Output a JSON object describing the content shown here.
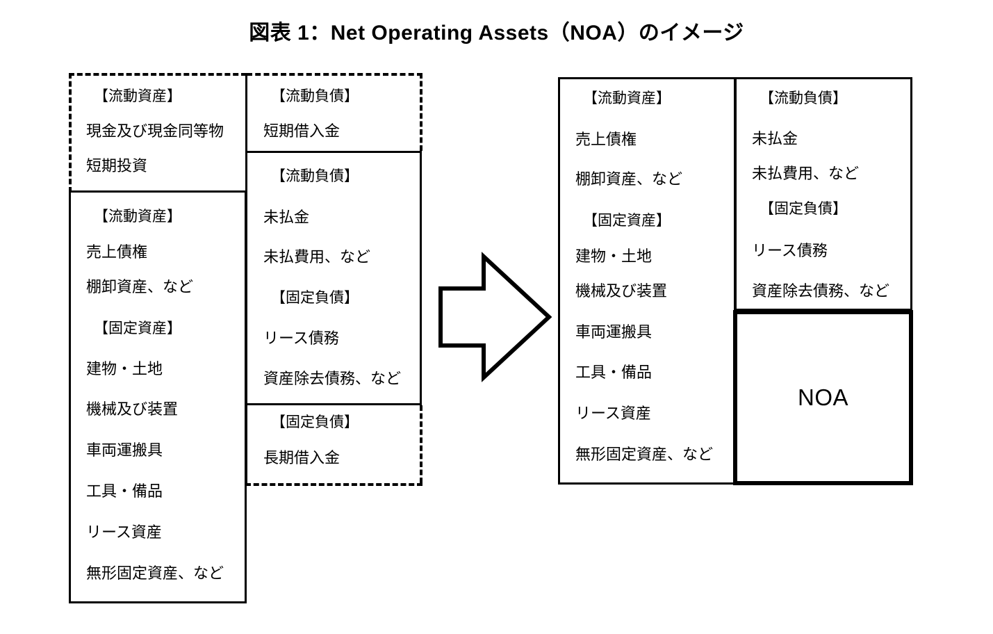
{
  "title": "図表 1：Net Operating Assets（NOA）のイメージ",
  "before": {
    "assets_column": {
      "financial_box": {
        "border_style": "dashed",
        "lines": [
          {
            "text": "【流動資産】",
            "type": "heading"
          },
          {
            "text": "現金及び現金同等物",
            "type": "item"
          },
          {
            "text": "短期投資",
            "type": "item"
          }
        ]
      },
      "operating_box": {
        "border_style": "solid",
        "lines": [
          {
            "text": "【流動資産】",
            "type": "heading"
          },
          {
            "text": "売上債権",
            "type": "item"
          },
          {
            "text": "棚卸資産、など",
            "type": "item"
          },
          {
            "text": "【固定資産】",
            "type": "heading"
          },
          {
            "text": "建物・土地",
            "type": "item"
          },
          {
            "text": "機械及び装置",
            "type": "item"
          },
          {
            "text": "車両運搬具",
            "type": "item"
          },
          {
            "text": "工具・備品",
            "type": "item"
          },
          {
            "text": "リース資産",
            "type": "item"
          },
          {
            "text": "無形固定資産、など",
            "type": "item"
          }
        ]
      }
    },
    "liabilities_column": {
      "financial_top_box": {
        "border_style": "dashed",
        "lines": [
          {
            "text": "【流動負債】",
            "type": "heading"
          },
          {
            "text": "短期借入金",
            "type": "item"
          }
        ]
      },
      "operating_box": {
        "border_style": "solid",
        "lines": [
          {
            "text": "【流動負債】",
            "type": "heading"
          },
          {
            "text": "未払金",
            "type": "item"
          },
          {
            "text": "未払費用、など",
            "type": "item"
          },
          {
            "text": "【固定負債】",
            "type": "heading"
          },
          {
            "text": "リース債務",
            "type": "item"
          },
          {
            "text": "資産除去債務、など",
            "type": "item"
          }
        ]
      },
      "financial_bottom_box": {
        "border_style": "dashed",
        "lines": [
          {
            "text": "【固定負債】",
            "type": "heading"
          },
          {
            "text": "長期借入金",
            "type": "item"
          }
        ]
      }
    }
  },
  "arrow": {
    "direction": "right",
    "style": "hollow-block-arrow",
    "color": "#000000"
  },
  "after": {
    "assets_column": {
      "border_style": "solid",
      "lines": [
        {
          "text": "【流動資産】",
          "type": "heading"
        },
        {
          "text": "売上債権",
          "type": "item"
        },
        {
          "text": "棚卸資産、など",
          "type": "item"
        },
        {
          "text": "【固定資産】",
          "type": "heading"
        },
        {
          "text": "建物・土地",
          "type": "item"
        },
        {
          "text": "機械及び装置",
          "type": "item"
        },
        {
          "text": "車両運搬具",
          "type": "item"
        },
        {
          "text": "工具・備品",
          "type": "item"
        },
        {
          "text": "リース資産",
          "type": "item"
        },
        {
          "text": "無形固定資産、など",
          "type": "item"
        }
      ]
    },
    "liabilities_column": {
      "border_style": "solid",
      "lines": [
        {
          "text": "【流動負債】",
          "type": "heading"
        },
        {
          "text": "未払金",
          "type": "item"
        },
        {
          "text": "未払費用、など",
          "type": "item"
        },
        {
          "text": "【固定負債】",
          "type": "heading"
        },
        {
          "text": "リース債務",
          "type": "item"
        },
        {
          "text": "資産除去債務、など",
          "type": "item"
        }
      ]
    },
    "noa_box": {
      "label": "NOA",
      "border_style": "solid-thick"
    }
  },
  "colors": {
    "line": "#000000",
    "background": "#ffffff",
    "text": "#000000"
  }
}
